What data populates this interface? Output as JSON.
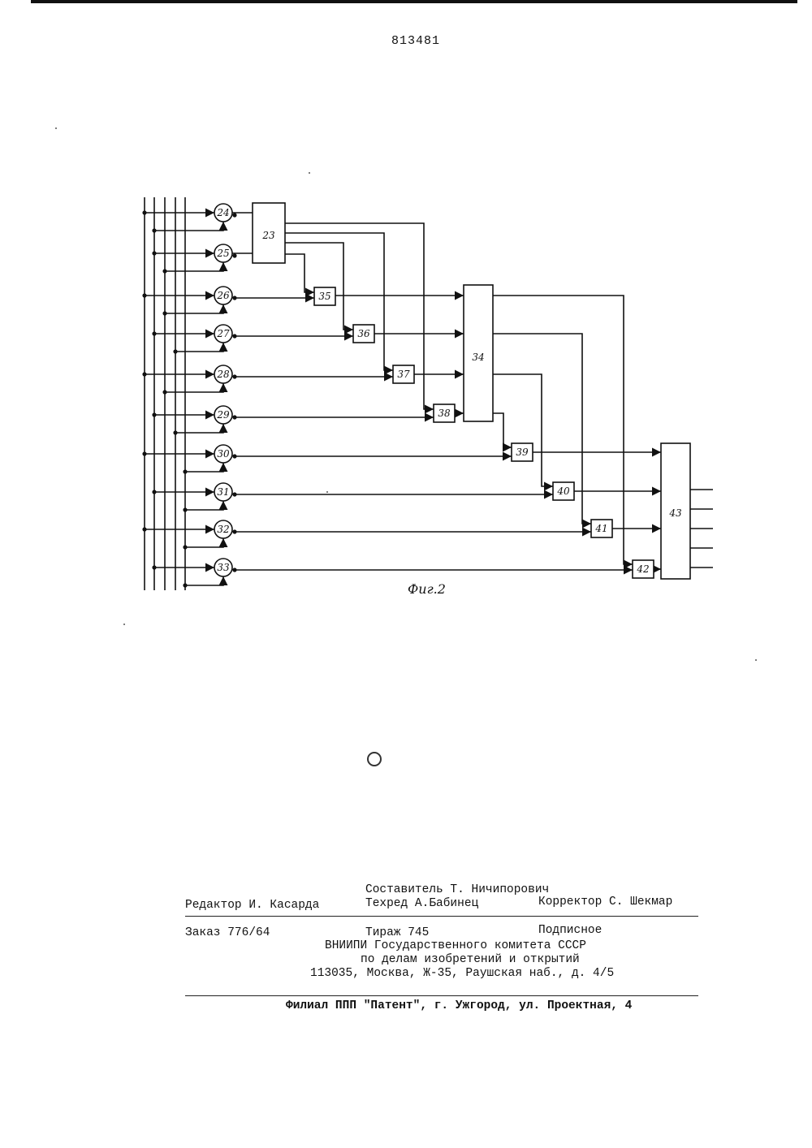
{
  "header": {
    "patent_number": "813481"
  },
  "figure": {
    "caption": "Фиг.2",
    "circles": [
      "24",
      "25",
      "26",
      "27",
      "28",
      "29",
      "30",
      "31",
      "32",
      "33"
    ],
    "blocks": {
      "b23": "23",
      "b34": "34",
      "b35": "35",
      "b36": "36",
      "b37": "37",
      "b38": "38",
      "b39": "39",
      "b40": "40",
      "b41": "41",
      "b42": "42",
      "b43": "43"
    }
  },
  "imprint": {
    "compiler": "Составитель Т. Ничипорович",
    "editor": "Редактор И. Касарда",
    "techred": "Техред А.Бабинец",
    "corrector": "Корректор С. Шекмар",
    "order": "Заказ 776/64",
    "circulation": "Тираж 745",
    "subscription": "Подписное",
    "org_line1": "ВНИИПИ Государственного комитета СССР",
    "org_line2": "по делам изобретений и открытий",
    "address": "113035, Москва, Ж-35, Раушская наб., д. 4/5",
    "branch": "Филиал ППП \"Патент\", г. Ужгород, ул. Проектная, 4"
  }
}
